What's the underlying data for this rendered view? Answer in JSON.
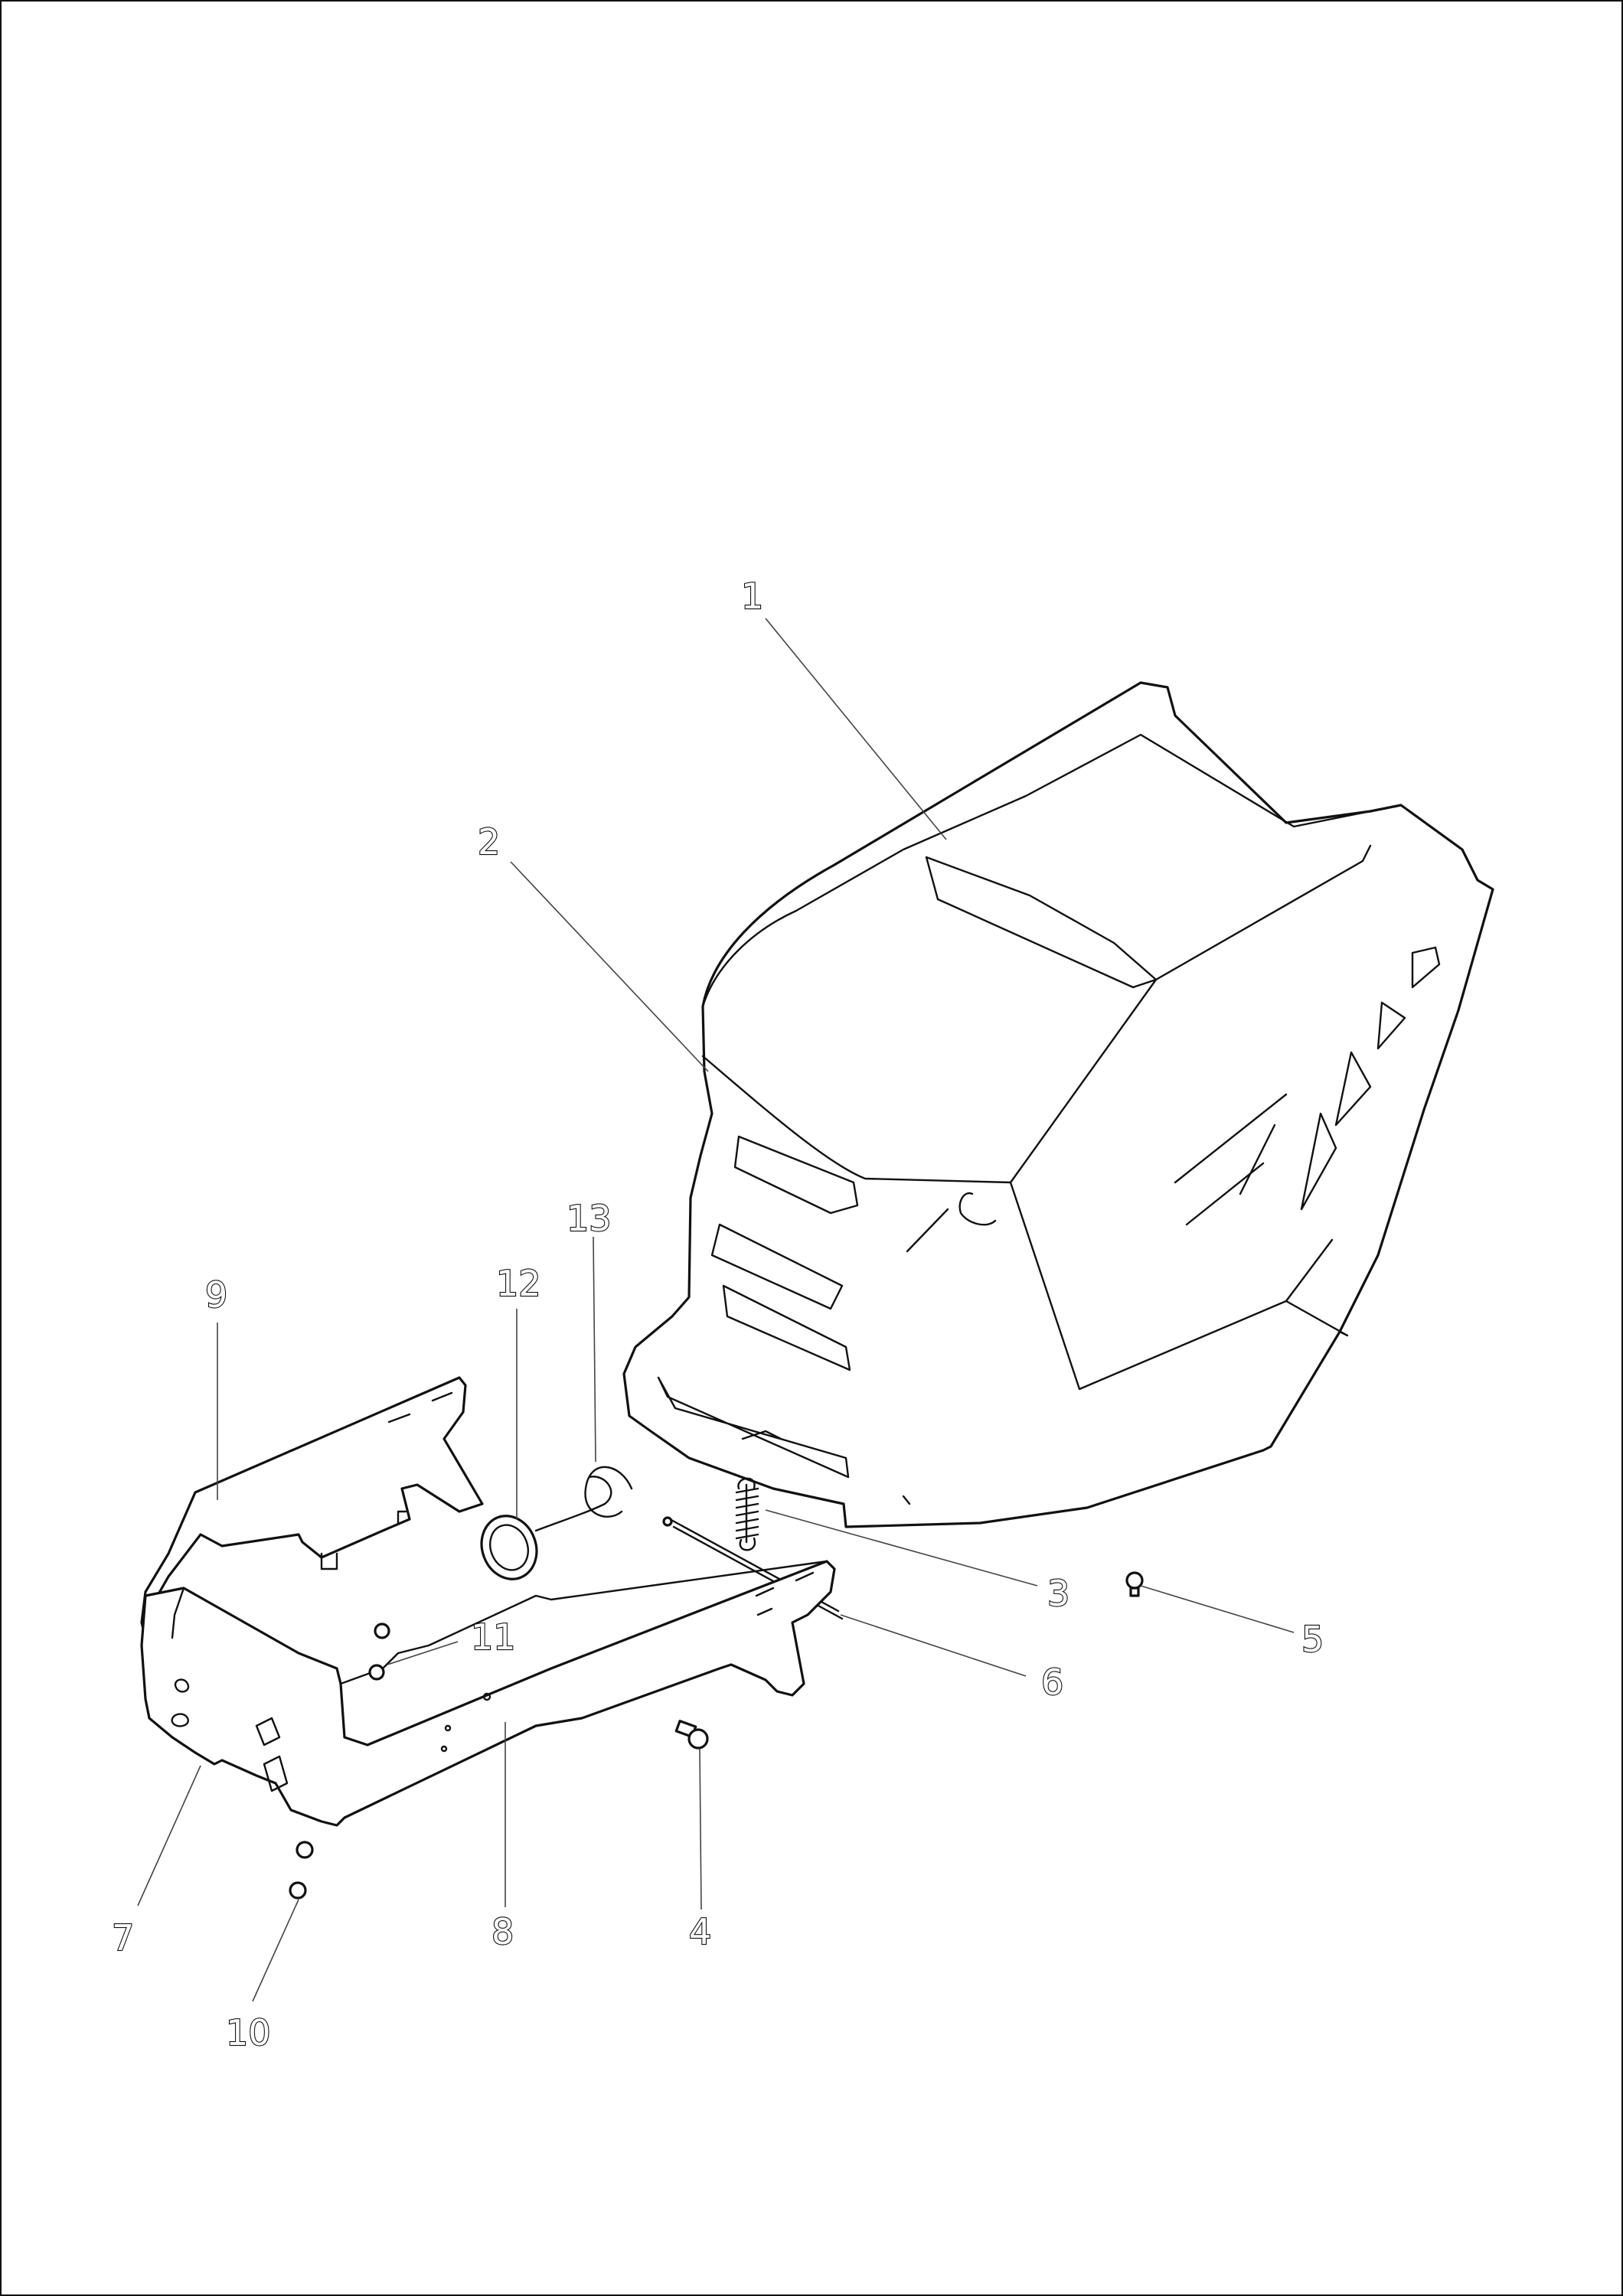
{
  "diagram": {
    "callouts": [
      {
        "id": "1",
        "label": "1"
      },
      {
        "id": "2",
        "label": "2"
      },
      {
        "id": "3",
        "label": "3"
      },
      {
        "id": "4",
        "label": "4"
      },
      {
        "id": "5",
        "label": "5"
      },
      {
        "id": "6",
        "label": "6"
      },
      {
        "id": "7",
        "label": "7"
      },
      {
        "id": "8",
        "label": "8"
      },
      {
        "id": "9",
        "label": "9"
      },
      {
        "id": "10",
        "label": "10"
      },
      {
        "id": "11",
        "label": "11"
      },
      {
        "id": "12",
        "label": "12"
      },
      {
        "id": "13",
        "label": "13"
      }
    ],
    "colors": {
      "line": "#111111",
      "background": "#ffffff",
      "leader": "#444444"
    }
  }
}
